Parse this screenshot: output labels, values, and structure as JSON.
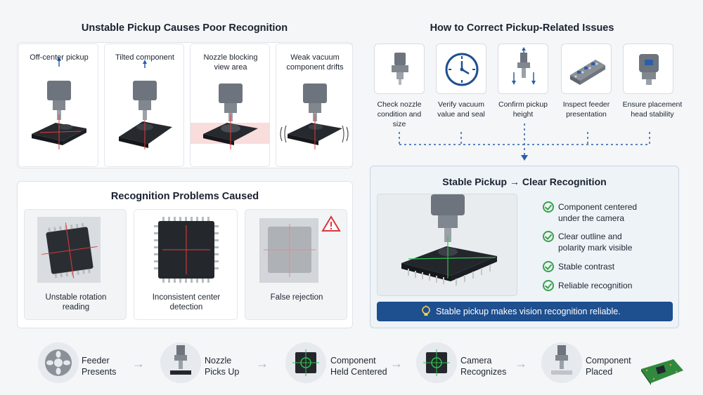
{
  "left_section": {
    "title": "Unstable Pickup Causes Poor Recognition",
    "cards": [
      {
        "label": "Off-center pickup"
      },
      {
        "label": "Tilted component"
      },
      {
        "label": "Nozzle blocking view area"
      },
      {
        "label": "Weak vacuum component drifts"
      }
    ]
  },
  "problems": {
    "title": "Recognition Problems Caused",
    "items": [
      {
        "label": "Unstable rotation reading"
      },
      {
        "label": "Inconsistent center detection"
      },
      {
        "label": "False rejection"
      }
    ]
  },
  "right_section": {
    "title": "How to Correct Pickup-Related Issues",
    "steps": [
      {
        "label": "Check nozzle condition and size",
        "icon": "nozzle-icon"
      },
      {
        "label": "Verify vacuum value and seal",
        "icon": "vacuum-gauge-icon"
      },
      {
        "label": "Confirm pickup height",
        "icon": "pickup-height-icon"
      },
      {
        "label": "Inspect feeder presentation",
        "icon": "feeder-icon"
      },
      {
        "label": "Ensure placement head stability",
        "icon": "placement-head-icon"
      }
    ]
  },
  "result": {
    "title": "Stable Pickup → Clear Recognition",
    "checks": [
      {
        "label": "Component centered",
        "sub": "under the camera"
      },
      {
        "label": "Clear outline and",
        "sub": "polarity mark visible"
      },
      {
        "label": "Stable contrast",
        "sub": ""
      },
      {
        "label": "Reliable recognition",
        "sub": ""
      }
    ],
    "banner": "Stable pickup makes vision recognition reliable."
  },
  "flow": {
    "steps": [
      {
        "line1": "Feeder",
        "line2": "Presents"
      },
      {
        "line1": "Nozzle",
        "line2": "Picks Up"
      },
      {
        "line1": "Component",
        "line2": "Held Centered"
      },
      {
        "line1": "Camera",
        "line2": "Recognizes"
      },
      {
        "line1": "Component",
        "line2": "Placed"
      }
    ]
  },
  "colors": {
    "accent_blue": "#1e4f8f",
    "check_green": "#3aa14a",
    "crosshair_red": "#e23b3b",
    "crosshair_green": "#2fbf4f",
    "warning_red": "#d9363e"
  }
}
